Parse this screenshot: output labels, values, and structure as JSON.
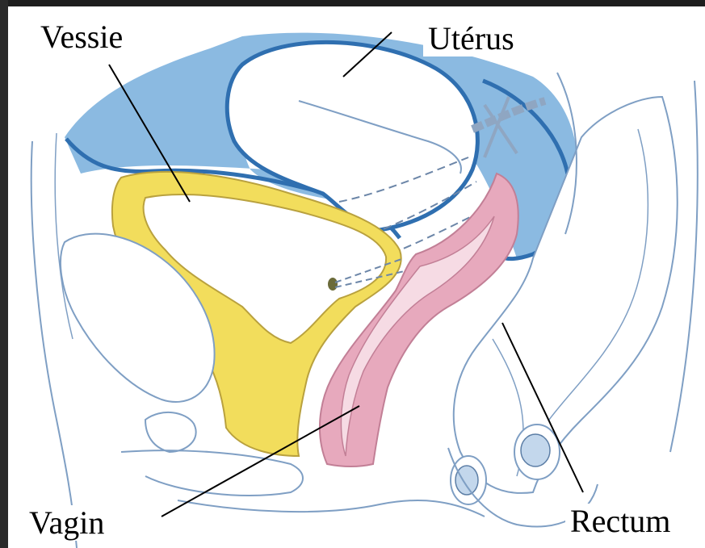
{
  "labels": {
    "vessie": "Vessie",
    "uterus": "Utérus",
    "vagin": "Vagin",
    "rectum": "Rectum"
  },
  "colors": {
    "background": "#ffffff",
    "peritoneum_fill": "#7eb3de",
    "peritoneum_stroke": "#2f6fb0",
    "bladder_wall": "#f2dd5c",
    "vagina_wall": "#e7a9bd",
    "outline": "#7f9fc4",
    "leader_line": "#000000"
  }
}
